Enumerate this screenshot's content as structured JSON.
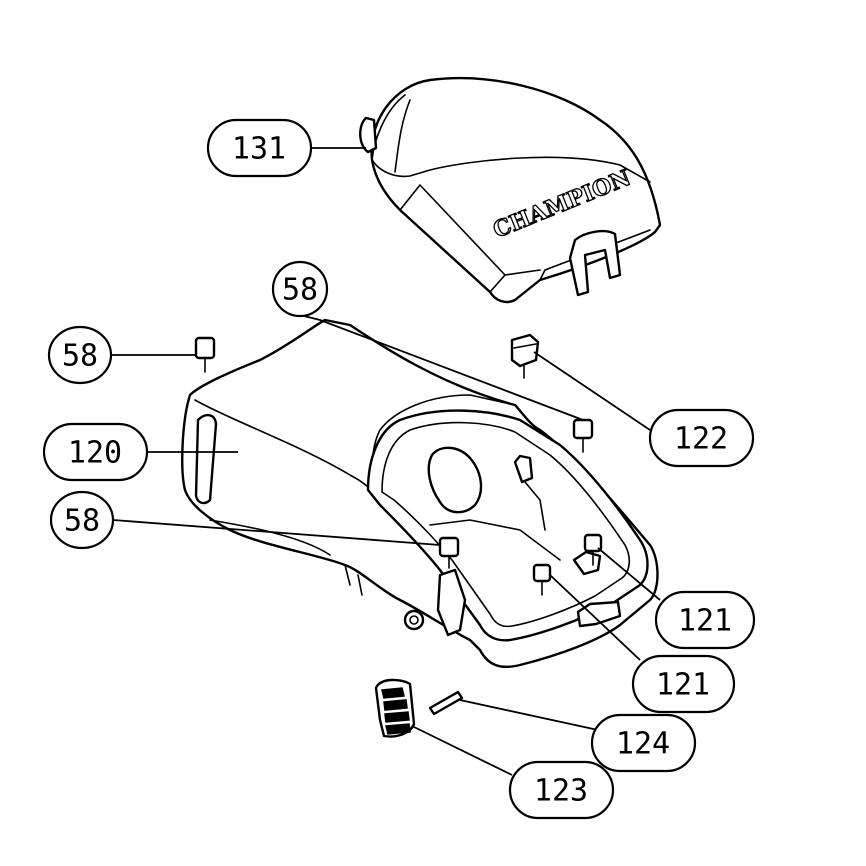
{
  "diagram": {
    "brand_mark": "CHAMPION",
    "callouts": [
      {
        "id": "c131",
        "label": "131"
      },
      {
        "id": "c58a",
        "label": "58"
      },
      {
        "id": "c58b",
        "label": "58"
      },
      {
        "id": "c120",
        "label": "120"
      },
      {
        "id": "c58c",
        "label": "58"
      },
      {
        "id": "c122",
        "label": "122"
      },
      {
        "id": "c121a",
        "label": "121"
      },
      {
        "id": "c121b",
        "label": "121"
      },
      {
        "id": "c124",
        "label": "124"
      },
      {
        "id": "c123",
        "label": "123"
      }
    ]
  }
}
